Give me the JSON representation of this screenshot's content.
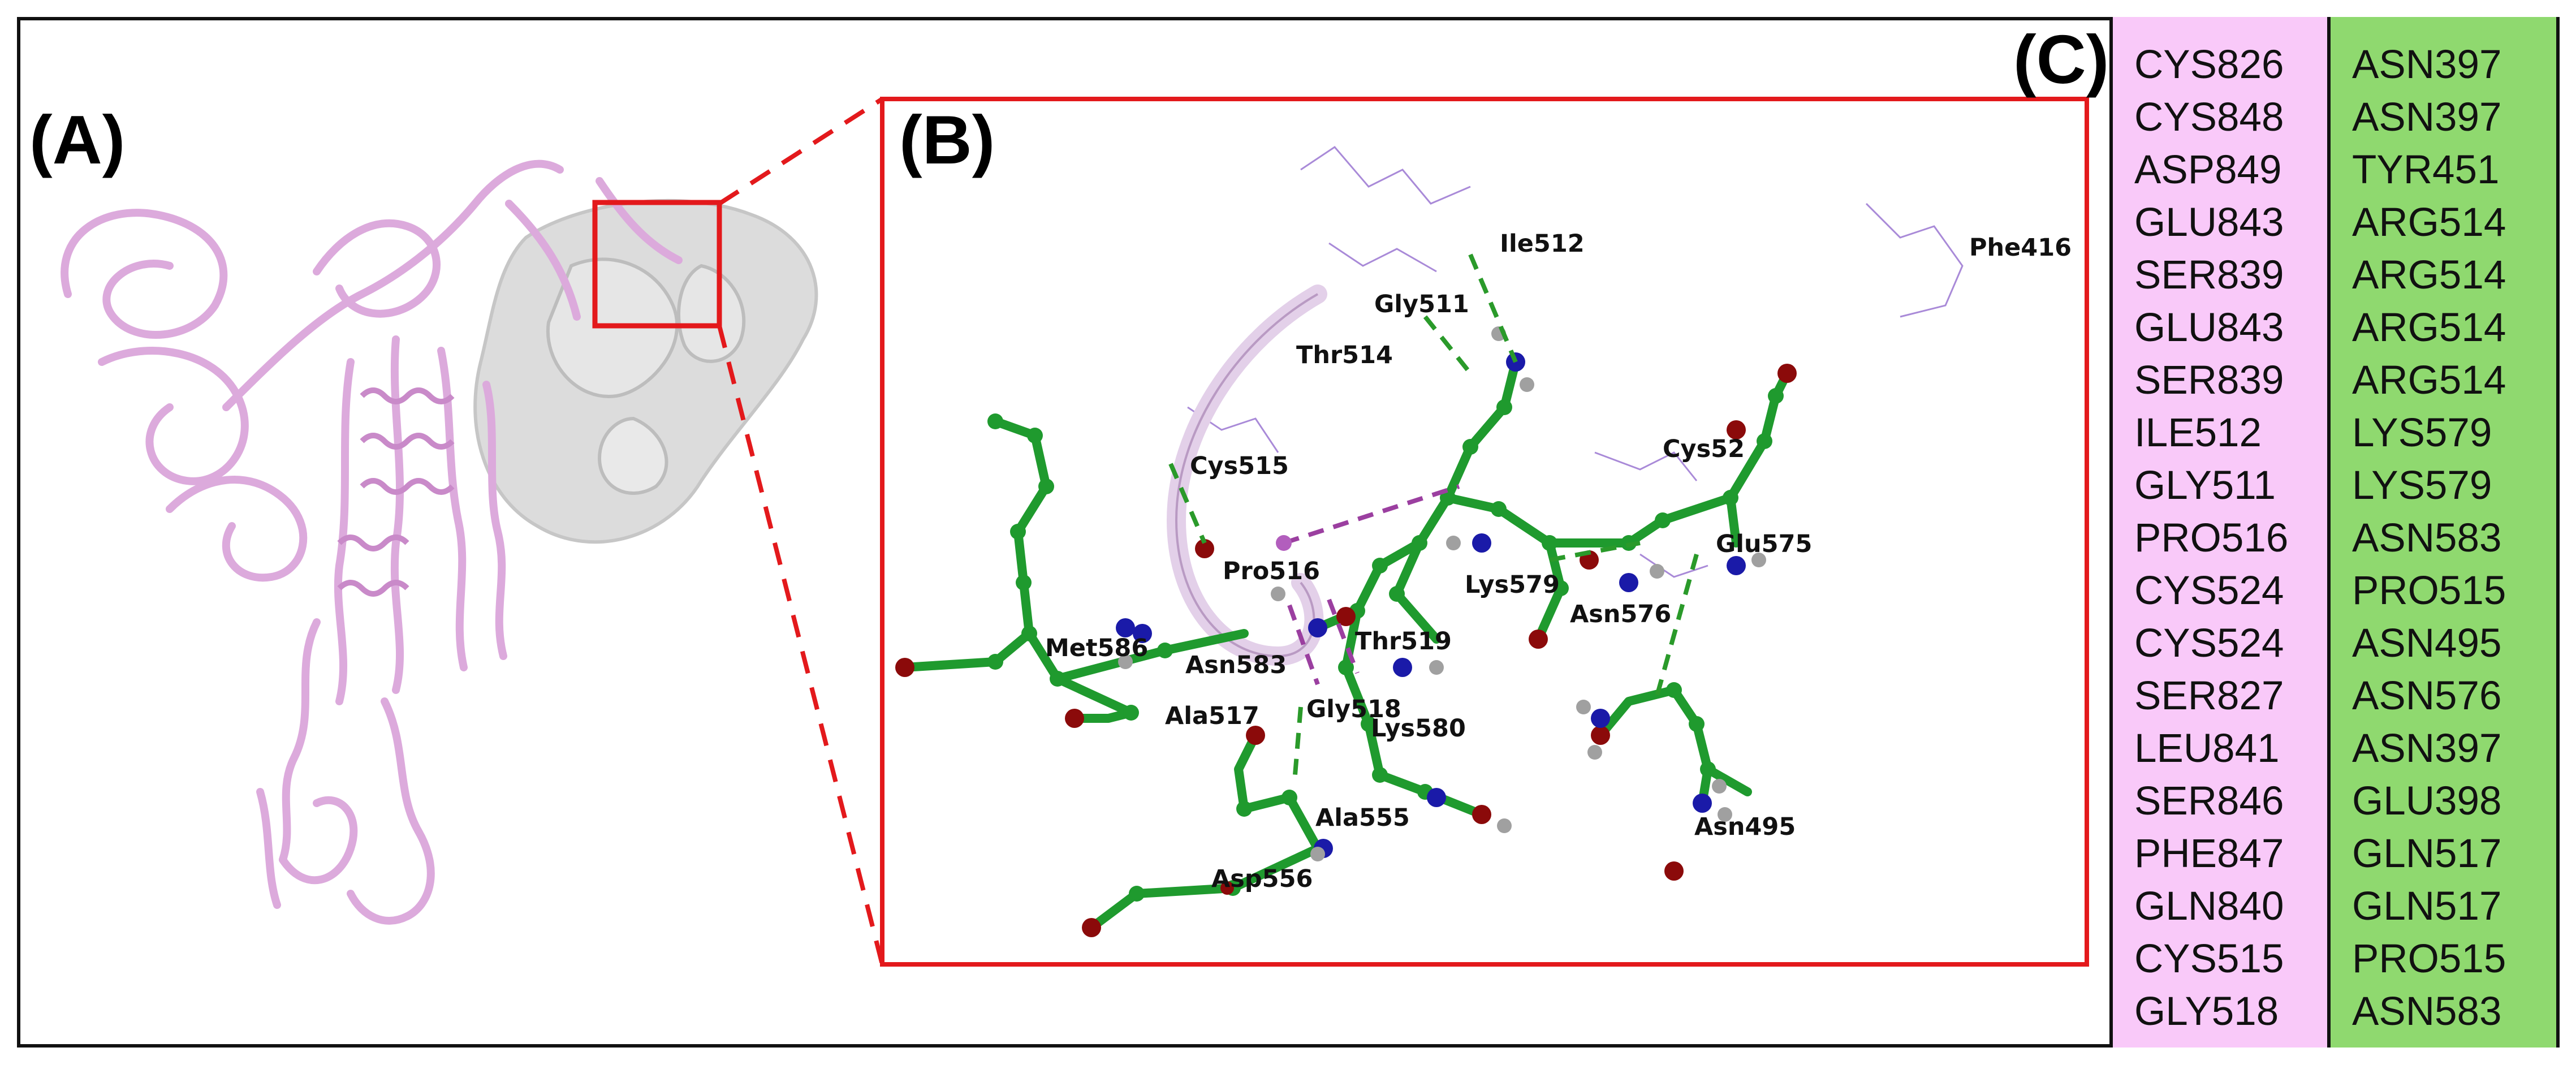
{
  "panels": {
    "a_label": "(A)",
    "b_label": "(B)",
    "c_label": "(C)"
  },
  "residue_labels": [
    "Ile512",
    "Phe416",
    "Gly511",
    "Thr514",
    "Cys515",
    "Cys52",
    "Glu575",
    "Pro516",
    "Lys579",
    "Asn576",
    "Met586",
    "Asn583",
    "Thr519",
    "Ala517",
    "Gly518",
    "Lys580",
    "Ala555",
    "Asp556",
    "Asn495"
  ],
  "interaction_table": {
    "left_column": [
      "CYS826",
      "CYS848",
      "ASP849",
      "GLU843",
      "SER839",
      "GLU843",
      "SER839",
      "ILE512",
      "GLY511",
      "PRO516",
      "CYS524",
      "CYS524",
      "SER827",
      "LEU841",
      "SER846",
      "PHE847",
      "GLN840",
      "CYS515",
      "GLY518"
    ],
    "right_column": [
      "ASN397",
      "ASN397",
      "TYR451",
      "ARG514",
      "ARG514",
      "ARG514",
      "ARG514",
      "LYS579",
      "LYS579",
      "ASN583",
      "PRO515",
      "ASN495",
      "ASN576",
      "ASN397",
      "GLU398",
      "GLN517",
      "GLN517",
      "PRO515",
      "ASN583"
    ]
  },
  "colors": {
    "pink_protein": "#dcaadc",
    "gray_protein": "#d4d4d4",
    "zoom_box": "#e3191c",
    "ligand_green": "#1f9a2e",
    "nitrogen": "#1a1aa8",
    "oxygen": "#8b0a0a",
    "hydrogen_bond": "#2a9a2a",
    "pi_interaction": "#9b3fa0",
    "table_left_bg": "#f9c9f9",
    "table_right_bg": "#8fd96f"
  }
}
